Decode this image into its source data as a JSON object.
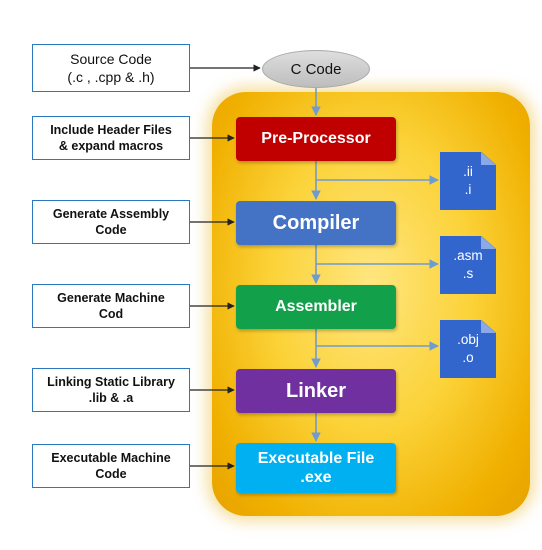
{
  "source": {
    "line1": "Source Code",
    "line2": "(.c , .cpp & .h)"
  },
  "entry": {
    "label": "C Code"
  },
  "steps": [
    {
      "desc1": "Include Header Files",
      "desc2": "& expand macros",
      "stage": "Pre-Processor",
      "color": "#c00000"
    },
    {
      "desc1": "Generate Assembly",
      "desc2": "Code",
      "stage": "Compiler",
      "color": "#4472c4"
    },
    {
      "desc1": "Generate Machine",
      "desc2": "Cod",
      "stage": "Assembler",
      "color": "#13a04a"
    },
    {
      "desc1": "Linking Static Library",
      "desc2": ".lib & .a",
      "stage": "Linker",
      "color": "#7030a0"
    },
    {
      "desc1": "Executable Machine",
      "desc2": "Code",
      "stage1": "Executable File",
      "stage2": ".exe",
      "color": "#00b0f0"
    }
  ],
  "files": [
    {
      "ext1": ".ii",
      "ext2": ".i"
    },
    {
      "ext1": ".asm",
      "ext2": ".s"
    },
    {
      "ext1": ".obj",
      "ext2": ".o"
    }
  ],
  "icons": {
    "file": "document-icon",
    "arrow": "arrow-right-icon"
  }
}
